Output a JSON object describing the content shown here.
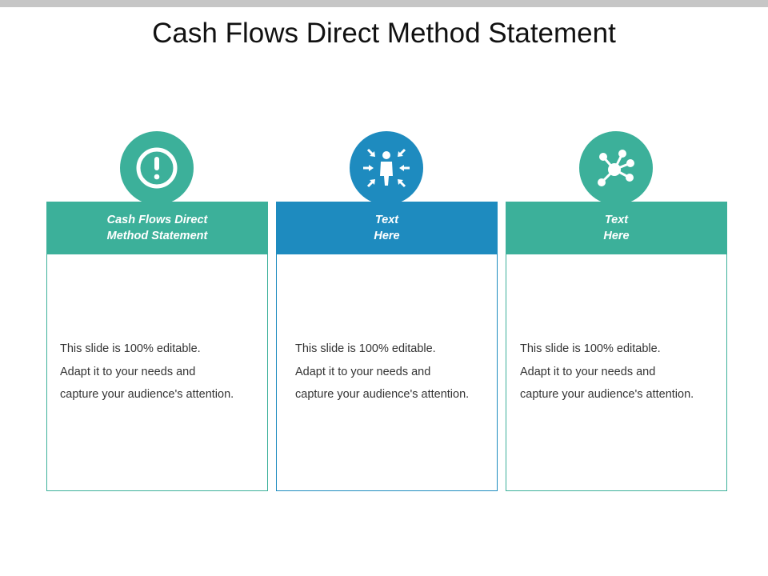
{
  "slide": {
    "title": "Cash Flows Direct Method Statement"
  },
  "colors": {
    "teal": "#3cb09a",
    "blue": "#1e8bbf",
    "top_bar": "#c6c6c6"
  },
  "cards": [
    {
      "icon": "exclamation-icon",
      "header_line1": "Cash Flows Direct",
      "header_line2": "Method Statement",
      "body_line1": "This slide is 100% editable.",
      "body_line2": "Adapt it to your needs and",
      "body_line3": "capture your audience's attention."
    },
    {
      "icon": "focus-person-icon",
      "header_line1": "Text",
      "header_line2": "Here",
      "body_line1": "This slide is 100% editable.",
      "body_line2": "Adapt it to your needs and",
      "body_line3": "capture your audience's attention."
    },
    {
      "icon": "network-hub-icon",
      "header_line1": "Text",
      "header_line2": "Here",
      "body_line1": "This slide is 100% editable.",
      "body_line2": "Adapt it to your needs and",
      "body_line3": "capture your audience's attention."
    }
  ]
}
